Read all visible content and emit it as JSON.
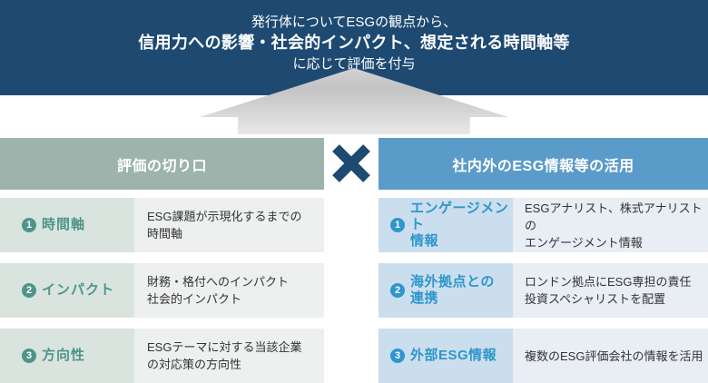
{
  "banner": {
    "line1": "発行体についてESGの観点から、",
    "line2": "信用力への影響・社会的インパクト、想定される時間軸等",
    "line3": "に応じて評価を付与"
  },
  "icons": {
    "up_arrow": "up-arrow-shape",
    "cross": "multiply-x"
  },
  "colors": {
    "banner_bg": "#1E4A72",
    "left_header_bg": "#9DB4AC",
    "right_header_bg": "#5B9BC9",
    "left_label_bg": "#D9E4DF",
    "left_desc_bg": "#EDF0EE",
    "right_label_bg": "#CBDEEE",
    "right_desc_bg": "#E8EEF4",
    "left_accent": "#4E948B",
    "right_accent": "#2E96CB",
    "cross_color": "#1E4A72",
    "arrow_gray": "#C8C8C8"
  },
  "left_column": {
    "header": "評価の切り口",
    "rows": [
      {
        "num": "1",
        "label": "時間軸",
        "desc": "ESG課題が示現化するまでの\n時間軸"
      },
      {
        "num": "2",
        "label": "インパクト",
        "desc": "財務・格付へのインパクト\n社会的インパクト"
      },
      {
        "num": "3",
        "label": "方向性",
        "desc": "ESGテーマに対する当該企業\nの対応策の方向性"
      }
    ]
  },
  "right_column": {
    "header": "社内外のESG情報等の活用",
    "rows": [
      {
        "num": "1",
        "label": "エンゲージメント\n情報",
        "desc": "ESGアナリスト、株式アナリストの\nエンゲージメント情報"
      },
      {
        "num": "2",
        "label": "海外拠点との\n連携",
        "desc": "ロンドン拠点にESG専担の責任\n投資スペシャリストを配置"
      },
      {
        "num": "3",
        "label": "外部ESG情報",
        "desc": "複数のESG評価会社の情報を活用"
      }
    ]
  }
}
